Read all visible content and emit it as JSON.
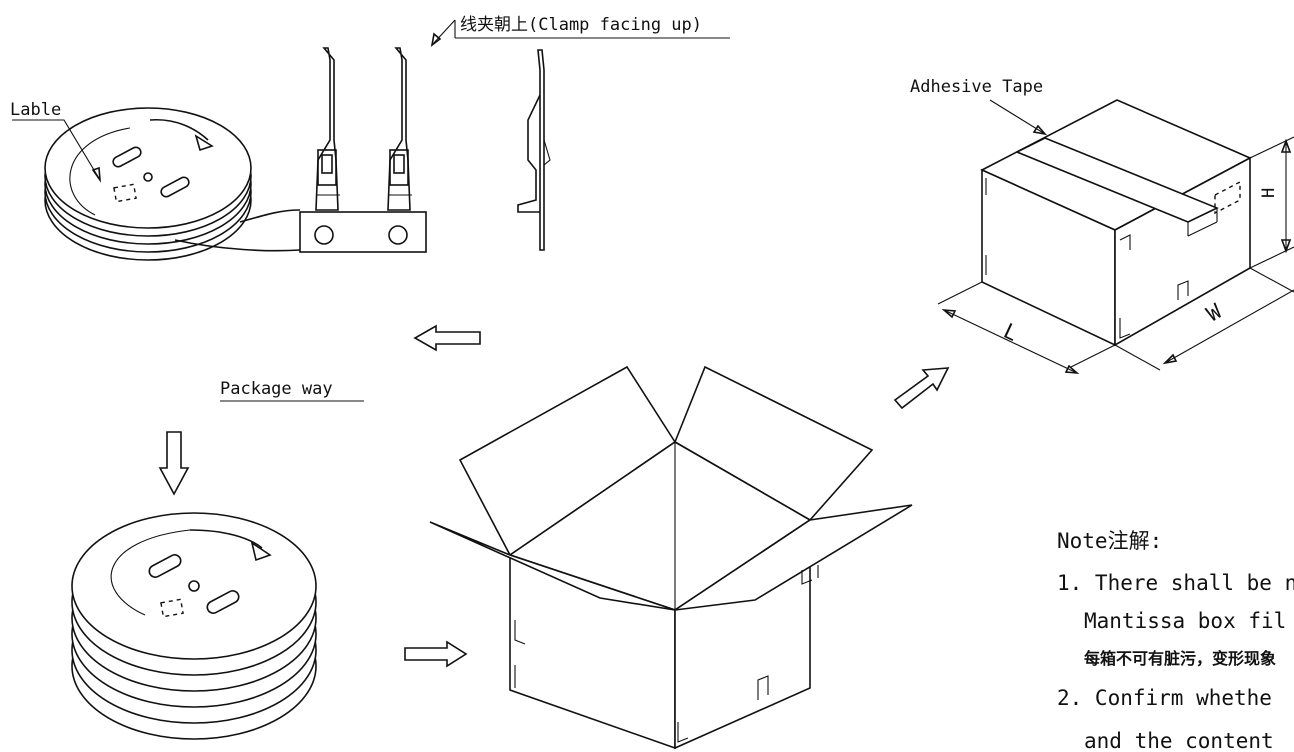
{
  "labels": {
    "clamp": "线夹朝上(Clamp facing up)",
    "lable": "Lable",
    "adhesive_tape": "Adhesive Tape",
    "package_way": "Package way",
    "dim_h": "H",
    "dim_l": "L",
    "dim_w": "W"
  },
  "note": {
    "title": "Note注解:",
    "line1": "1. There shall be n",
    "line2": "Mantissa box fil",
    "line3": "每箱不可有脏污，变形现象",
    "line4": "2. Confirm whethe",
    "line5": "and the content"
  }
}
